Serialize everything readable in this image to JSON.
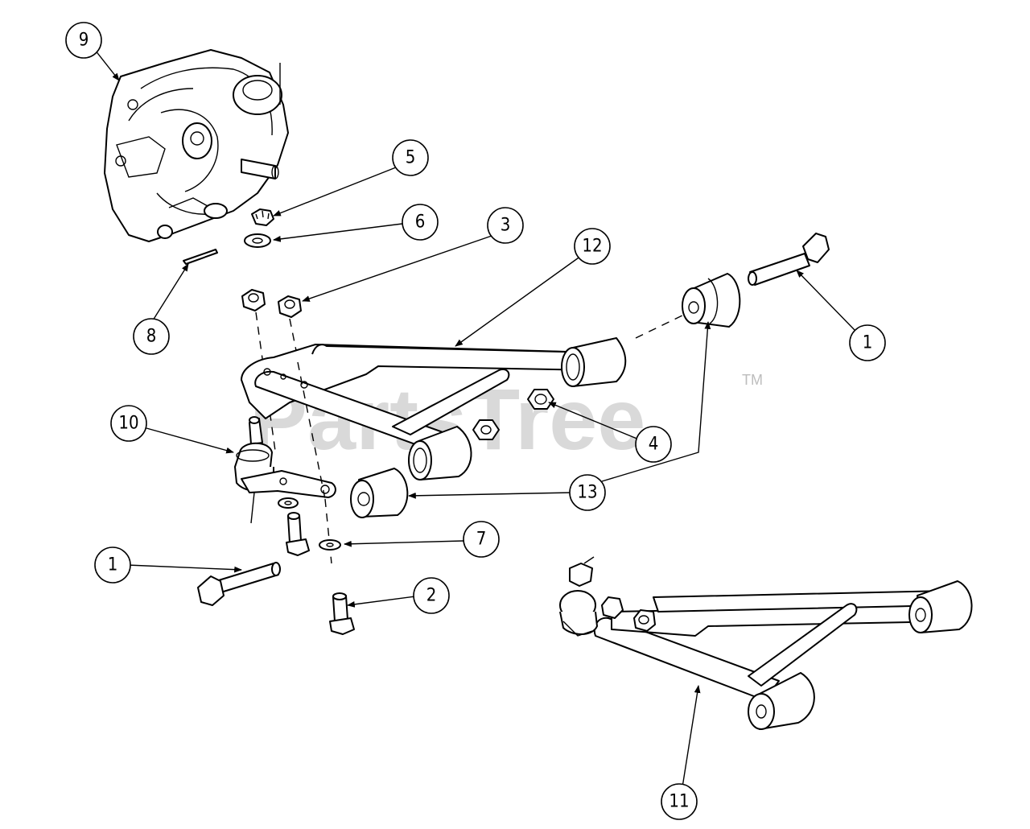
{
  "watermark": {
    "text": "PartsTree",
    "tm": "TM"
  },
  "callouts": [
    {
      "id": "c9",
      "label": "9"
    },
    {
      "id": "c5",
      "label": "5"
    },
    {
      "id": "c6",
      "label": "6"
    },
    {
      "id": "c3",
      "label": "3"
    },
    {
      "id": "c12",
      "label": "12"
    },
    {
      "id": "c1a",
      "label": "1"
    },
    {
      "id": "c8",
      "label": "8"
    },
    {
      "id": "c10",
      "label": "10"
    },
    {
      "id": "c4",
      "label": "4"
    },
    {
      "id": "c13",
      "label": "13"
    },
    {
      "id": "c7",
      "label": "7"
    },
    {
      "id": "c1b",
      "label": "1"
    },
    {
      "id": "c2",
      "label": "2"
    },
    {
      "id": "c11",
      "label": "11"
    }
  ],
  "colors": {
    "line": "#000000",
    "watermark": "#d9d9d9",
    "background": "#ffffff"
  }
}
